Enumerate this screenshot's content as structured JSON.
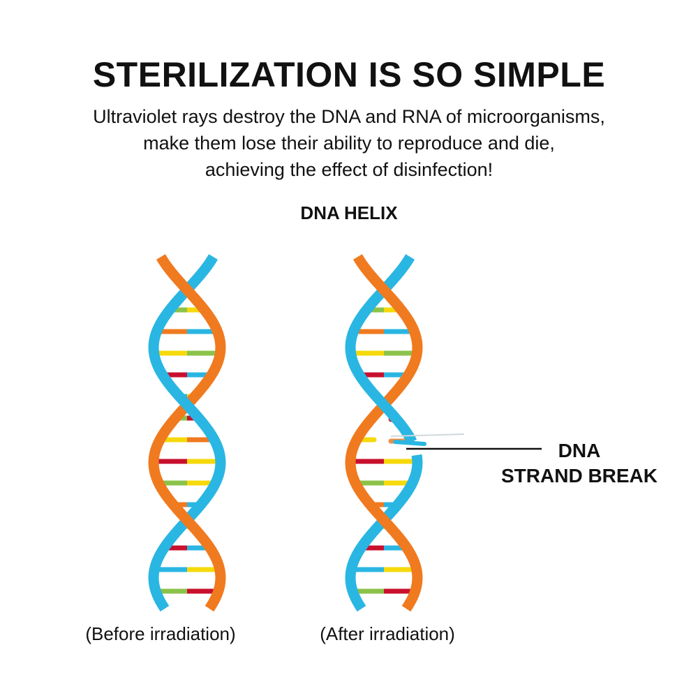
{
  "title": "STERILIZATION IS SO SIMPLE",
  "subtitle": [
    "Ultraviolet rays destroy the DNA and RNA of microorganisms,",
    "make them lose their ability to reproduce and die,",
    "achieving the effect of disinfection!"
  ],
  "diagram_heading": "DNA HELIX",
  "captions": {
    "before": "(Before irradiation)",
    "after": "(After irradiation)"
  },
  "callout": {
    "line1": "DNA",
    "line2": "STRAND BREAK"
  },
  "colors": {
    "strand_orange": "#f07a1f",
    "strand_blue": "#2ab6e2",
    "rung_red": "#c8102e",
    "rung_green": "#8bc34a",
    "rung_yellow": "#f5d90a",
    "rung_orange": "#f07a1f",
    "rung_blue": "#2ab6e2"
  }
}
